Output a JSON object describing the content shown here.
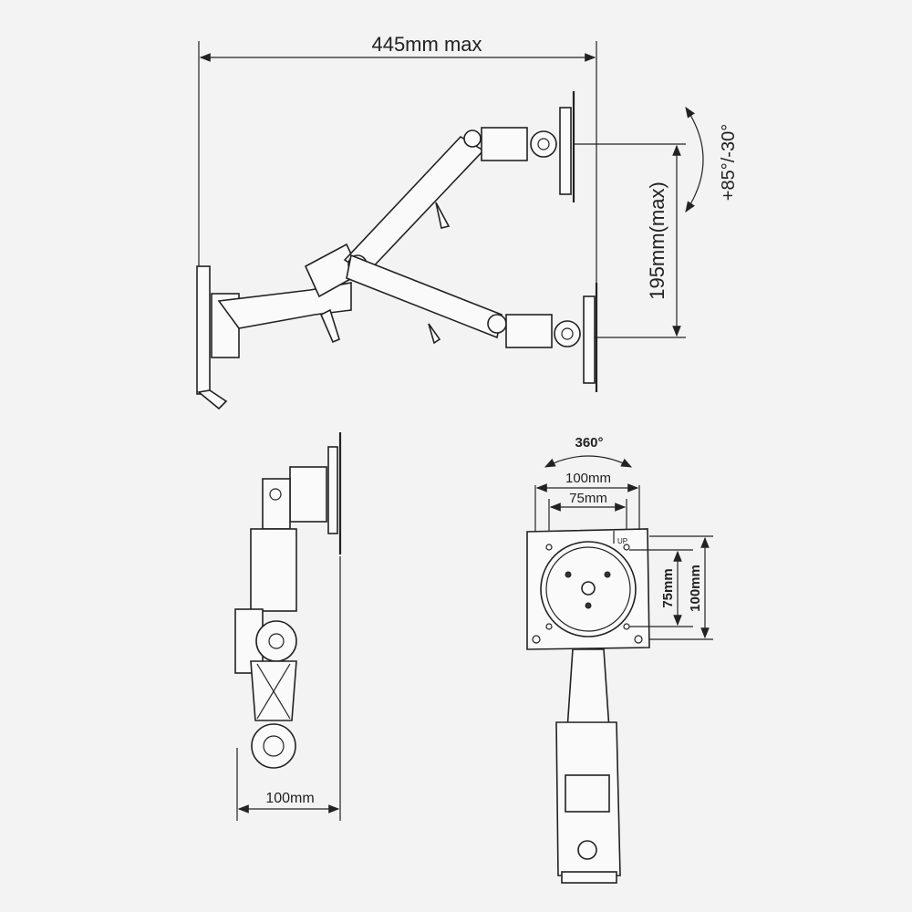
{
  "title": "Monitor wall mount arm dimensions",
  "dimensions": {
    "reach": "445mm max",
    "height_adjust": "195mm(max)",
    "tilt": "+85°/-30°",
    "rotation": "360°",
    "vesa_outer_h": "100mm",
    "vesa_inner_h": "75mm",
    "vesa_inner_v": "75mm",
    "vesa_outer_v": "100mm",
    "up_marker": "UP",
    "side_depth": "100mm"
  }
}
